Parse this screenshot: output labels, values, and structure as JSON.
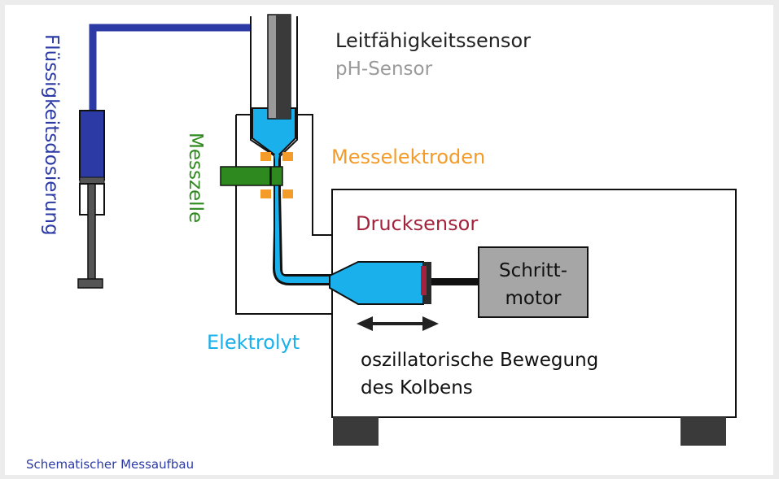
{
  "labels": {
    "conductivity_sensor": "Leitfähigkeitssensor",
    "ph_sensor": "pH-Sensor",
    "measuring_electrodes": "Messelektroden",
    "pressure_sensor": "Drucksensor",
    "stepper_motor_line1": "Schritt-",
    "stepper_motor_line2": "motor",
    "electrolyte": "Elektrolyt",
    "oscillation_line1": "oszillatorische Bewegung",
    "oscillation_line2": "des Kolbens",
    "liquid_dosing": "Flüssigkeitsdosierung",
    "measuring_cell": "Messzelle"
  },
  "caption": "Schematischer Messaufbau",
  "colors": {
    "blue_dark": "#2b3aa5",
    "electrolyte": "#1ab0ec",
    "orange": "#f39c2a",
    "green": "#2e8a1e",
    "red": "#a3233d",
    "gray_text": "#9a9a9a",
    "motor_gray": "#a6a6a6"
  }
}
